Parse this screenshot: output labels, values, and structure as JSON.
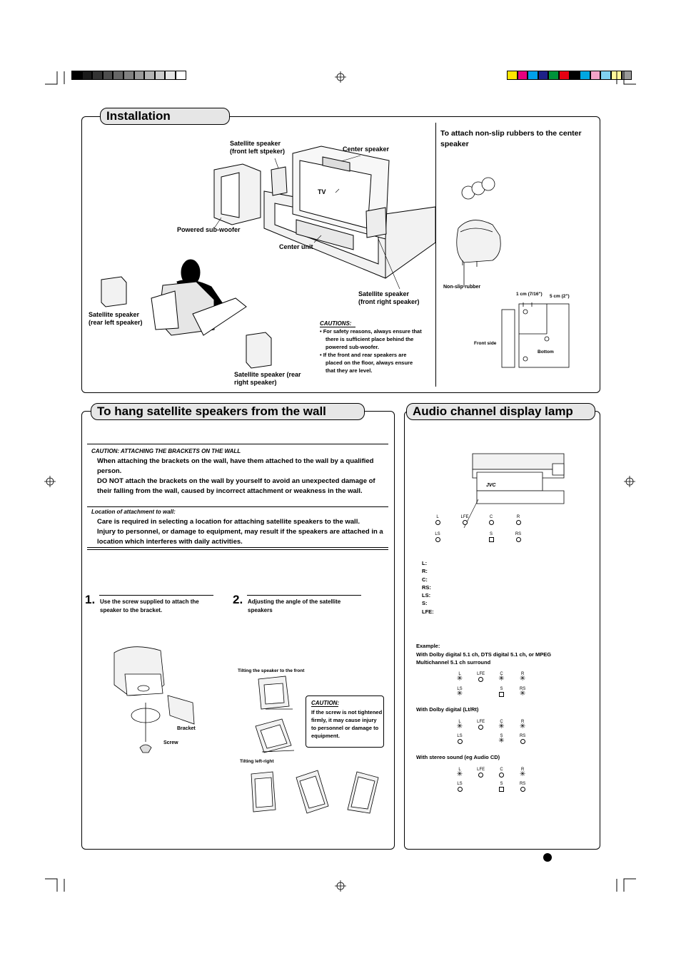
{
  "color_bars": {
    "gray": [
      "#000000",
      "#1a1a1a",
      "#333333",
      "#4d4d4d",
      "#666666",
      "#808080",
      "#999999",
      "#b3b3b3",
      "#cccccc",
      "#e6e6e6",
      "#ffffff"
    ],
    "color": [
      "#ffe600",
      "#e6007e",
      "#00a0e9",
      "#1d2088",
      "#00913a",
      "#e60012",
      "#000000",
      "#00a7e1",
      "#f4a3c8",
      "#80d1f1",
      "#fff799",
      "#999999"
    ]
  },
  "installation": {
    "title": "Installation",
    "labels": {
      "satellite_front_left": "Satellite speaker (front left stpeker)",
      "center_speaker": "Center speaker",
      "tv": "TV",
      "sub_woofer": "Powered sub-woofer",
      "center_unit": "Center unit",
      "satellite_front_right": "Satellite speaker (front right speaker)",
      "satellite_rear_left": "Satellite speaker (rear left speaker)",
      "satellite_rear_right": "Satellite speaker (rear right speaker)"
    },
    "cautions": {
      "heading": "CAUTIONS:",
      "items": [
        "For safety reasons, always ensure that there is sufficient place behind the powered sub-woofer.",
        "If the front and rear speakers are placed on the floor, always ensure that they are level."
      ]
    },
    "rubber": {
      "heading": "To attach non-slip rubbers to the center speaker",
      "non_slip": "Non-slip rubber",
      "dim1": "1 cm (7/16\")",
      "dim2": "5 cm (2\")",
      "front_side": "Front side",
      "bottom": "Bottom"
    }
  },
  "wall": {
    "title": "To hang satellite speakers from the wall",
    "caution1_heading": "CAUTION: ATTACHING THE BRACKETS ON THE WALL",
    "caution1_p1": "When attaching the brackets on the wall, have them attached to the wall by a qualified person.",
    "caution1_p2": "DO NOT attach the brackets on the wall by yourself to avoid an unexpected damage of their falling from the wall, caused by incorrect attachment or weakness in the wall.",
    "caution2_heading": "Location of attachment to wall:",
    "caution2_p1": "Care is required in selecting a location for attaching satellite speakers to the wall.",
    "caution2_p2": "Injury to personnel, or damage to equipment, may result if the speakers are attached in a location which interferes with daily activities.",
    "step1_num": "1.",
    "step1_text": "Use the screw supplied to attach the speaker to the bracket.",
    "step2_num": "2.",
    "step2_text": "Adjusting the angle of the satellite speakers",
    "bracket": "Bracket",
    "screw": "Screw",
    "tilt_front": "Tilting the speaker to the front",
    "tilt_lr": "Tilting left-right",
    "caution3_heading": "CAUTION:",
    "caution3_text": "If the screw is not tightened firmly, it may cause injury to personnel or damage to equipment."
  },
  "audio": {
    "title": "Audio channel display lamp",
    "brand": "JVC",
    "lamps_top": [
      "L",
      "LFE",
      "C",
      "R"
    ],
    "lamps_bottom": [
      "LS",
      "S",
      "RS"
    ],
    "legend": [
      "L:",
      "R:",
      "C:",
      "RS:",
      "LS:",
      "S:",
      "LFE:"
    ],
    "example_heading": "Example:",
    "example1": "With Dolby digital 5.1 ch, DTS digital 5.1 ch, or MPEG Multichannel 5.1 ch surround",
    "example2": "With Dolby digital (Lt/Rt)",
    "example3": "With stereo sound (eg Audio CD)"
  }
}
